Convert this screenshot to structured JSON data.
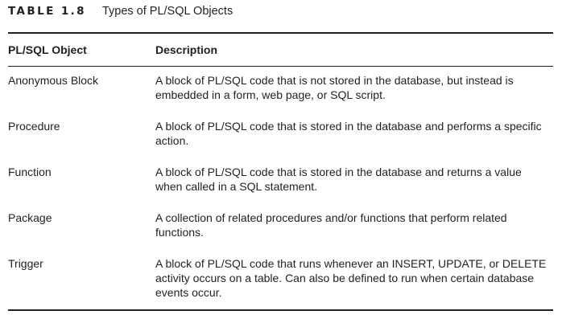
{
  "caption": {
    "label": "TABLE 1.8",
    "title": "Types of PL/SQL Objects"
  },
  "table": {
    "headers": {
      "object": "PL/SQL Object",
      "description": "Description"
    },
    "rows": [
      {
        "object": "Anonymous Block",
        "description": "A block of PL/SQL code that is not stored in the database, but instead is embedded in a form, web page, or SQL script."
      },
      {
        "object": "Procedure",
        "description": "A block of PL/SQL code that is stored in the database and performs a specific action."
      },
      {
        "object": "Function",
        "description": "A block of PL/SQL code that is stored in the database and returns a value when called in a SQL statement."
      },
      {
        "object": "Package",
        "description": "A collection of related procedures and/or functions that perform related functions."
      },
      {
        "object": "Trigger",
        "description": "A block of PL/SQL code that runs whenever an INSERT, UPDATE, or DELETE activity occurs on a table. Can also be defined to run when certain database events occur."
      }
    ]
  }
}
